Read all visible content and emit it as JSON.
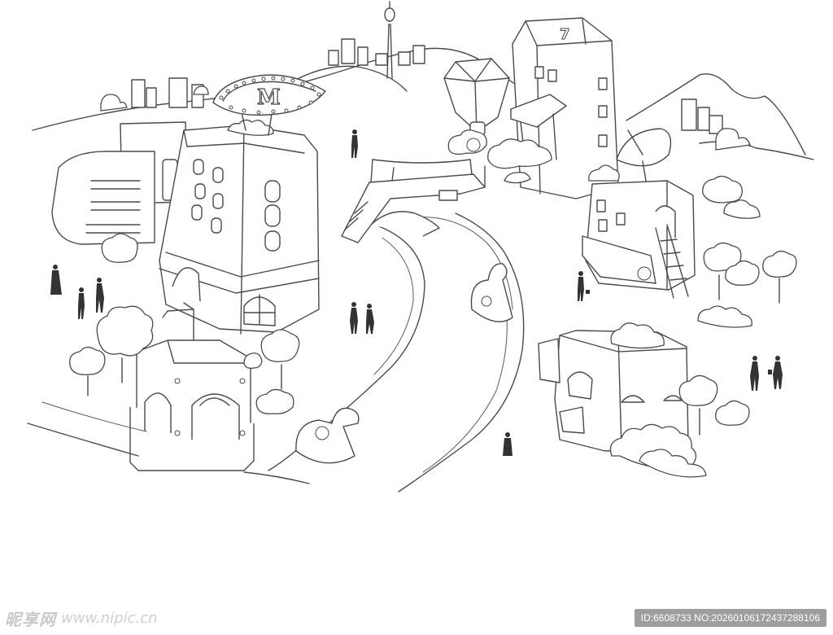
{
  "illustration": {
    "sign_letters": "M",
    "tower_sign": "7",
    "colors": {
      "line": "#4a4a4a",
      "figure": "#333333",
      "background": "#ffffff"
    }
  },
  "watermark": {
    "logo_text": "昵享网",
    "site_url": "www.nipic.cn",
    "id_stamp": "ID:6608733 NO:20260106172437288106"
  }
}
